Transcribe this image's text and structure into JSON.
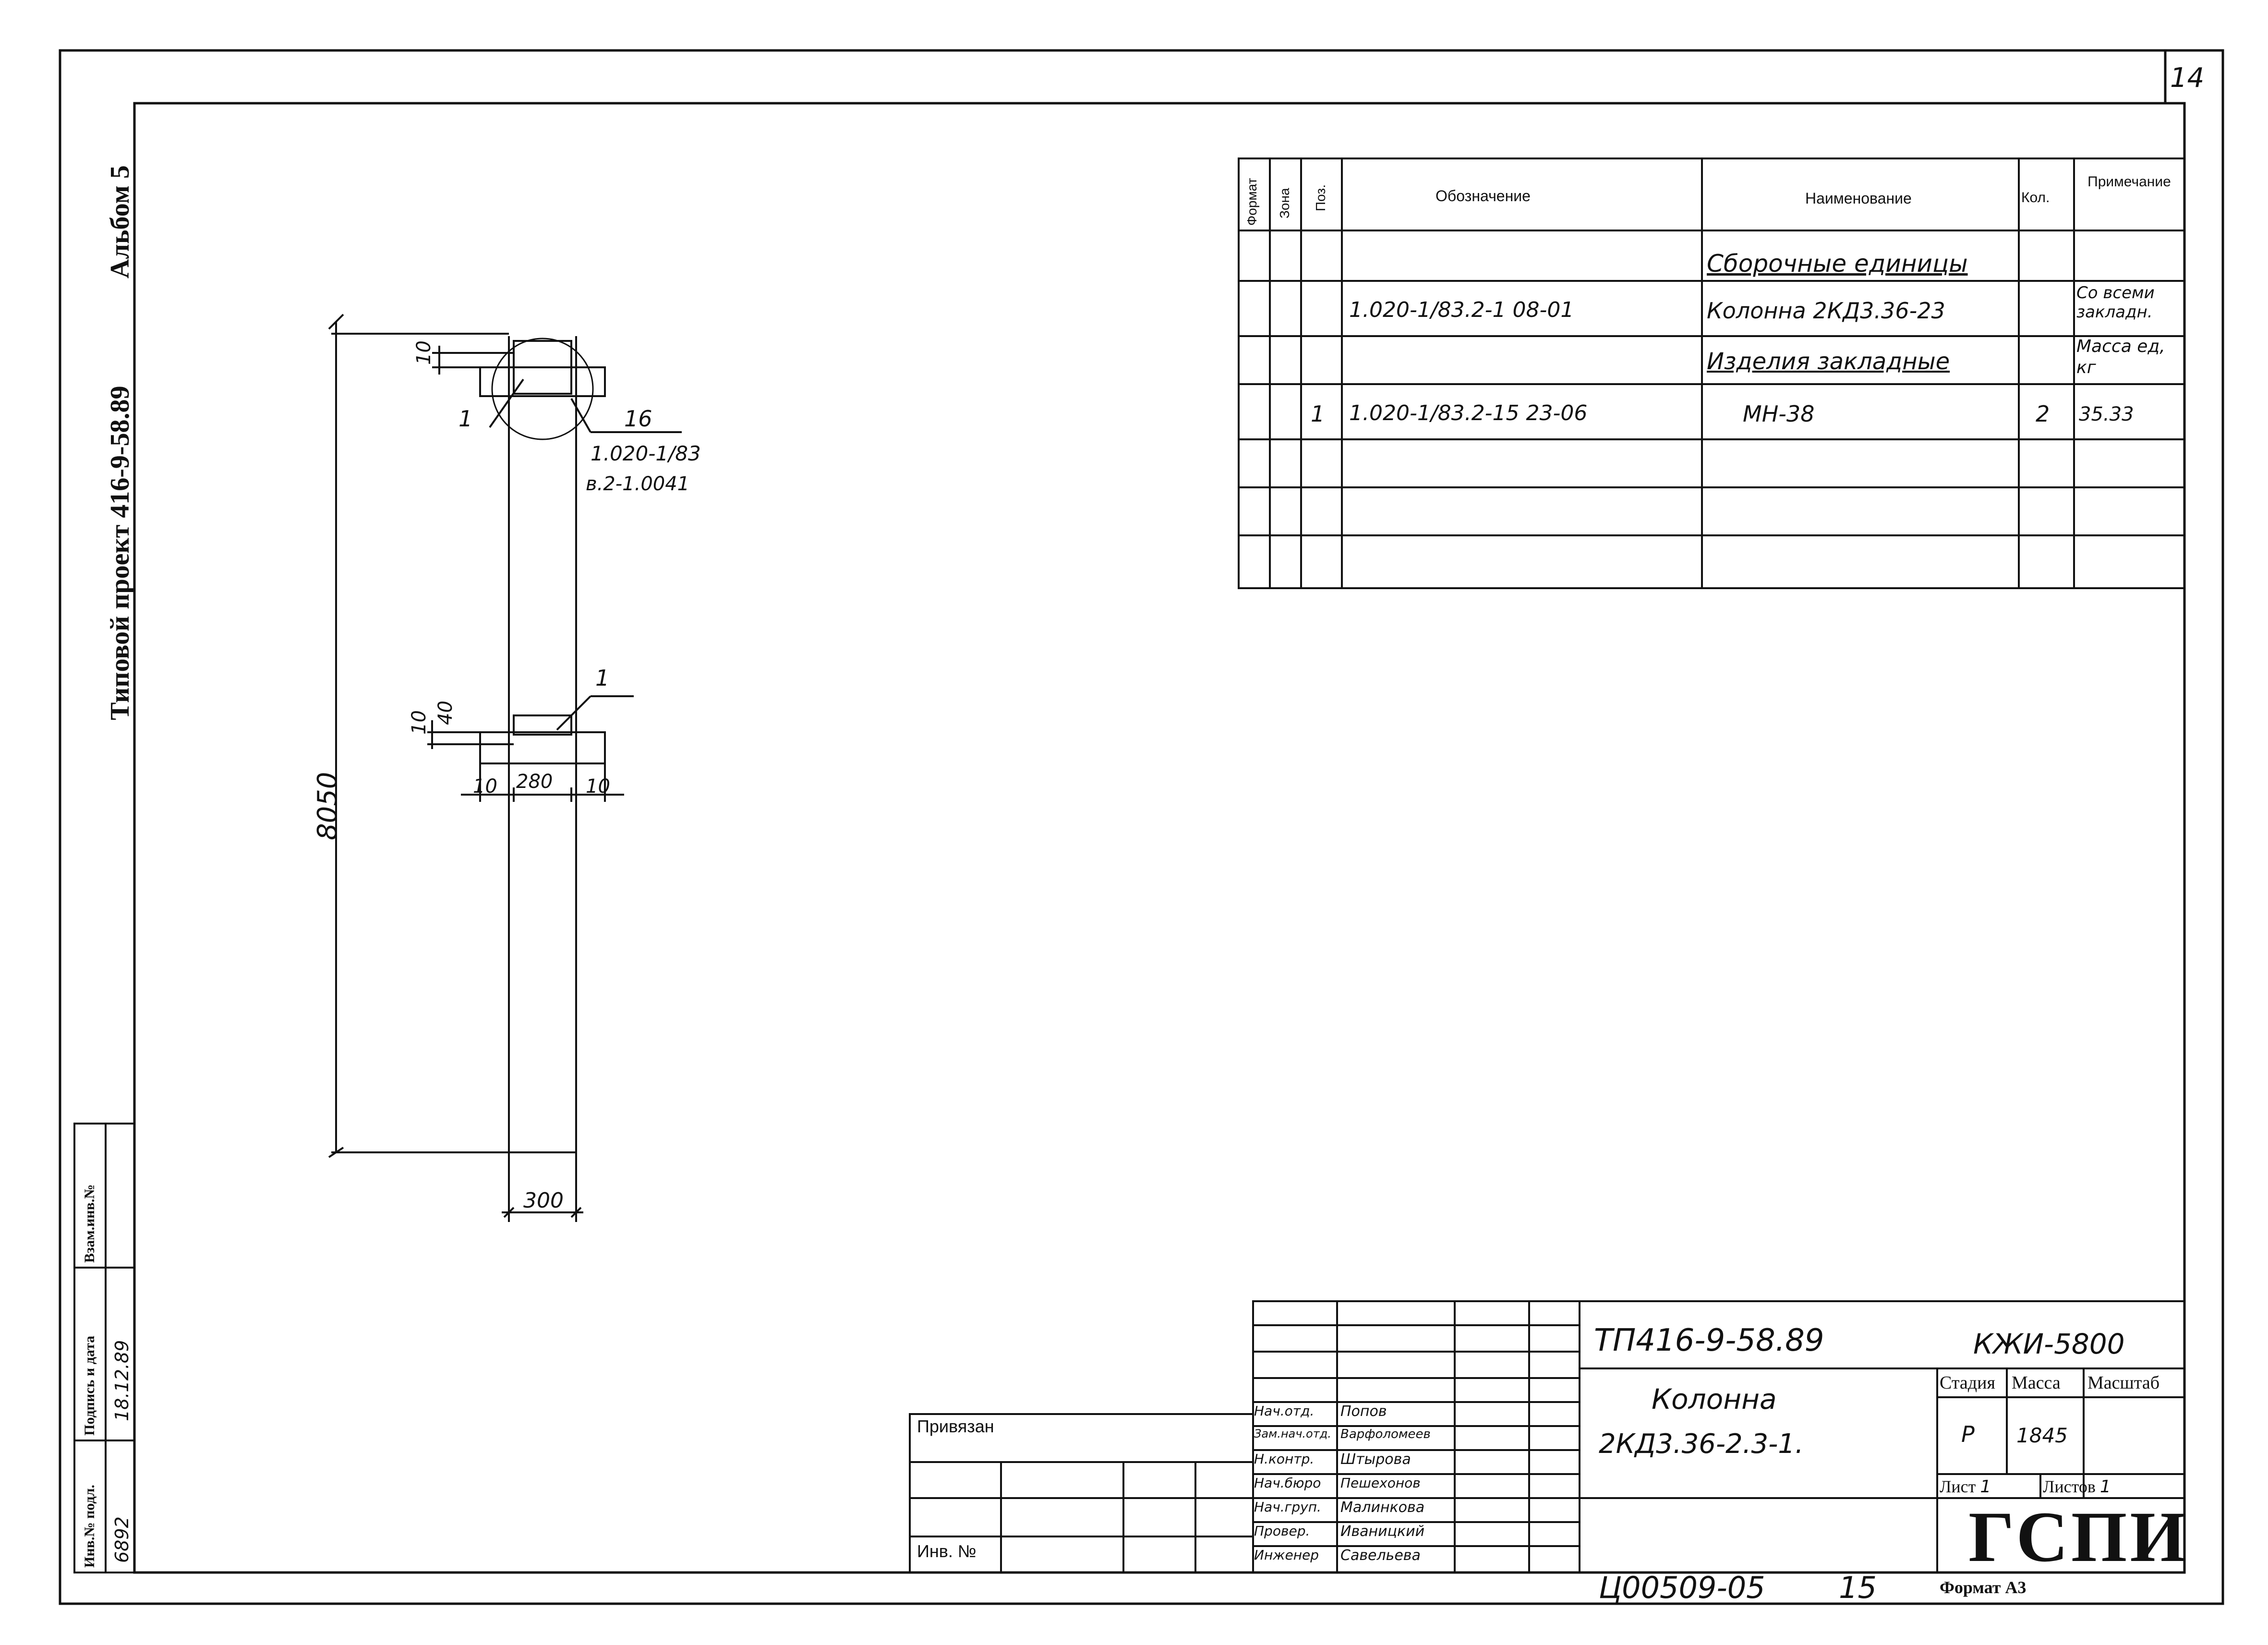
{
  "page_number": "14",
  "side_title": {
    "project": "Типовой проект 416-9-58.89",
    "album": "Альбом 5"
  },
  "left_stamp": {
    "inv_podl_label": "Инв.№ подл.",
    "inv_podl_value": "6892",
    "signature_date_label": "Подпись и дата",
    "signature_date_value": "18.12.89",
    "vzam_label": "Взам.инв.№"
  },
  "spec_table": {
    "headers": {
      "format": "Формат",
      "zone": "Зона",
      "pos": "Поз.",
      "designation": "Обозначение",
      "name": "Наименование",
      "qty": "Кол.",
      "note": "Примечание"
    },
    "rows": [
      {
        "pos": "",
        "designation": "",
        "name": "Сборочные единицы",
        "qty": "",
        "note": ""
      },
      {
        "pos": "",
        "designation": "1.020-1/83.2-1 08-01",
        "name": "Колонна 2КД3.36-23",
        "qty": "",
        "note": "Со всеми закладн."
      },
      {
        "pos": "",
        "designation": "",
        "name": "Изделия закладные",
        "qty": "",
        "note": "Масса ед, кг"
      },
      {
        "pos": "1",
        "designation": "1.020-1/83.2-15 23-06",
        "name": "МН-38",
        "qty": "2",
        "note": "35.33"
      },
      {
        "pos": "",
        "designation": "",
        "name": "",
        "qty": "",
        "note": ""
      },
      {
        "pos": "",
        "designation": "",
        "name": "",
        "qty": "",
        "note": ""
      },
      {
        "pos": "",
        "designation": "",
        "name": "",
        "qty": "",
        "note": ""
      }
    ]
  },
  "drawing": {
    "dim_total_height": "8050",
    "dim_width": "300",
    "dim_top_10": "10",
    "callout_pos_top": "1",
    "callout_16": "16",
    "callout_ref_1": "1.020-1/83",
    "callout_ref_2": "в.2-1.0041",
    "dim_mid_10": "10",
    "dim_mid_40": "40",
    "callout_pos_mid": "1",
    "dim_left_10": "10",
    "dim_280": "280",
    "dim_right_10": "10"
  },
  "title_block": {
    "project_code": "ТП416-9-58.89",
    "sheet_code": "КЖИ-5800",
    "title_line1": "Колонна",
    "title_line2": "2КД3.36-2.3-1.",
    "stage_label": "Стадия",
    "mass_label": "Масса",
    "scale_label": "Масштаб",
    "stage_value": "Р",
    "mass_value": "1845",
    "scale_value": "",
    "sheet_label": "Лист",
    "sheet_value": "1",
    "sheets_label": "Листов",
    "sheets_value": "1",
    "org": "ГСПИ",
    "format_label": "Формат А3",
    "people": [
      {
        "role": "Нач.отд.",
        "name": "Попов"
      },
      {
        "role": "Зам.нач.отд.",
        "name": "Варфоломеев"
      },
      {
        "role": "Н.контр.",
        "name": "Штырова"
      },
      {
        "role": "Нач.бюро",
        "name": "Пешехонов"
      },
      {
        "role": "Нач.груп.",
        "name": "Малинкова"
      },
      {
        "role": "Провер.",
        "name": "Иваницкий"
      },
      {
        "role": "Инженер",
        "name": "Савельева"
      }
    ]
  },
  "privyazan": {
    "label": "Привязан",
    "inv_label": "Инв. №"
  },
  "bottom_note": "Ц00509-05",
  "bottom_note_num": "15"
}
